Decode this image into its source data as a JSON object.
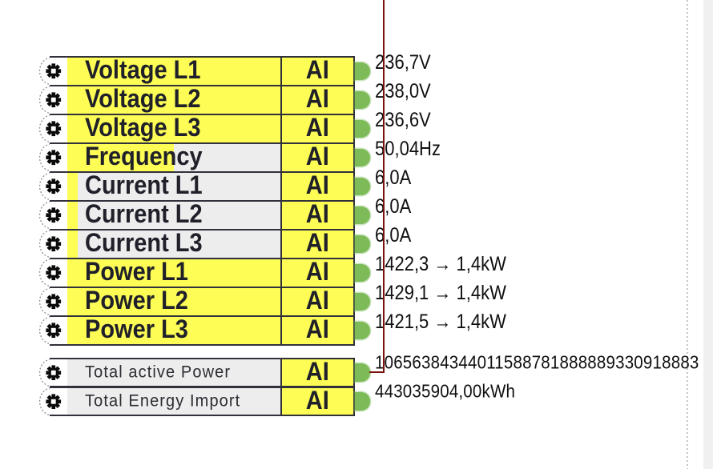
{
  "app": {
    "description": "Function block wiring sheet with analog input blocks of a power meter",
    "colors": {
      "block_border": "#31313b",
      "highlight_yellow": "#fdfd55",
      "cell_gray": "#ededed",
      "output_dot_green": "#7dbb59",
      "wire_dark_red": "#7b120e",
      "page_guide_gray": "#c3c3c3",
      "side_strip_gray": "#f0f0f0",
      "value_text": "#101010"
    },
    "port_label": "AI"
  },
  "blocks": [
    {
      "label": "Voltage L1",
      "port": "AI",
      "value": "236,7V",
      "fill_pct": 100,
      "style": "bold"
    },
    {
      "label": "Voltage L2",
      "port": "AI",
      "value": "238,0V",
      "fill_pct": 100,
      "style": "bold"
    },
    {
      "label": "Voltage L3",
      "port": "AI",
      "value": "236,6V",
      "fill_pct": 100,
      "style": "bold"
    },
    {
      "label": "Frequency",
      "port": "AI",
      "value": "50,04Hz",
      "fill_pct": 50,
      "style": "bold"
    },
    {
      "label": "Current L1",
      "port": "AI",
      "value": "6,0A",
      "fill_pct": 5,
      "style": "bold"
    },
    {
      "label": "Current L2",
      "port": "AI",
      "value": "6,0A",
      "fill_pct": 5,
      "style": "bold"
    },
    {
      "label": "Current L3",
      "port": "AI",
      "value": "6,0A",
      "fill_pct": 5,
      "style": "bold"
    },
    {
      "label": "Power L1",
      "port": "AI",
      "value": "1422,3 → 1,4kW",
      "fill_pct": 100,
      "style": "bold"
    },
    {
      "label": "Power L2",
      "port": "AI",
      "value": "1429,1 → 1,4kW",
      "fill_pct": 100,
      "style": "bold"
    },
    {
      "label": "Power L3",
      "port": "AI",
      "value": "1421,5 → 1,4kW",
      "fill_pct": 100,
      "style": "bold"
    },
    {
      "label": "Total active Power",
      "port": "AI",
      "value": "10656384344011588781888889330918883",
      "fill_pct": 0,
      "style": "small"
    },
    {
      "label": "Total Energy Import",
      "port": "AI",
      "value": "443035904,00kWh",
      "fill_pct": 0,
      "style": "small"
    }
  ],
  "wire": {
    "connected_block": "Total active Power",
    "color": "#7b120e"
  }
}
